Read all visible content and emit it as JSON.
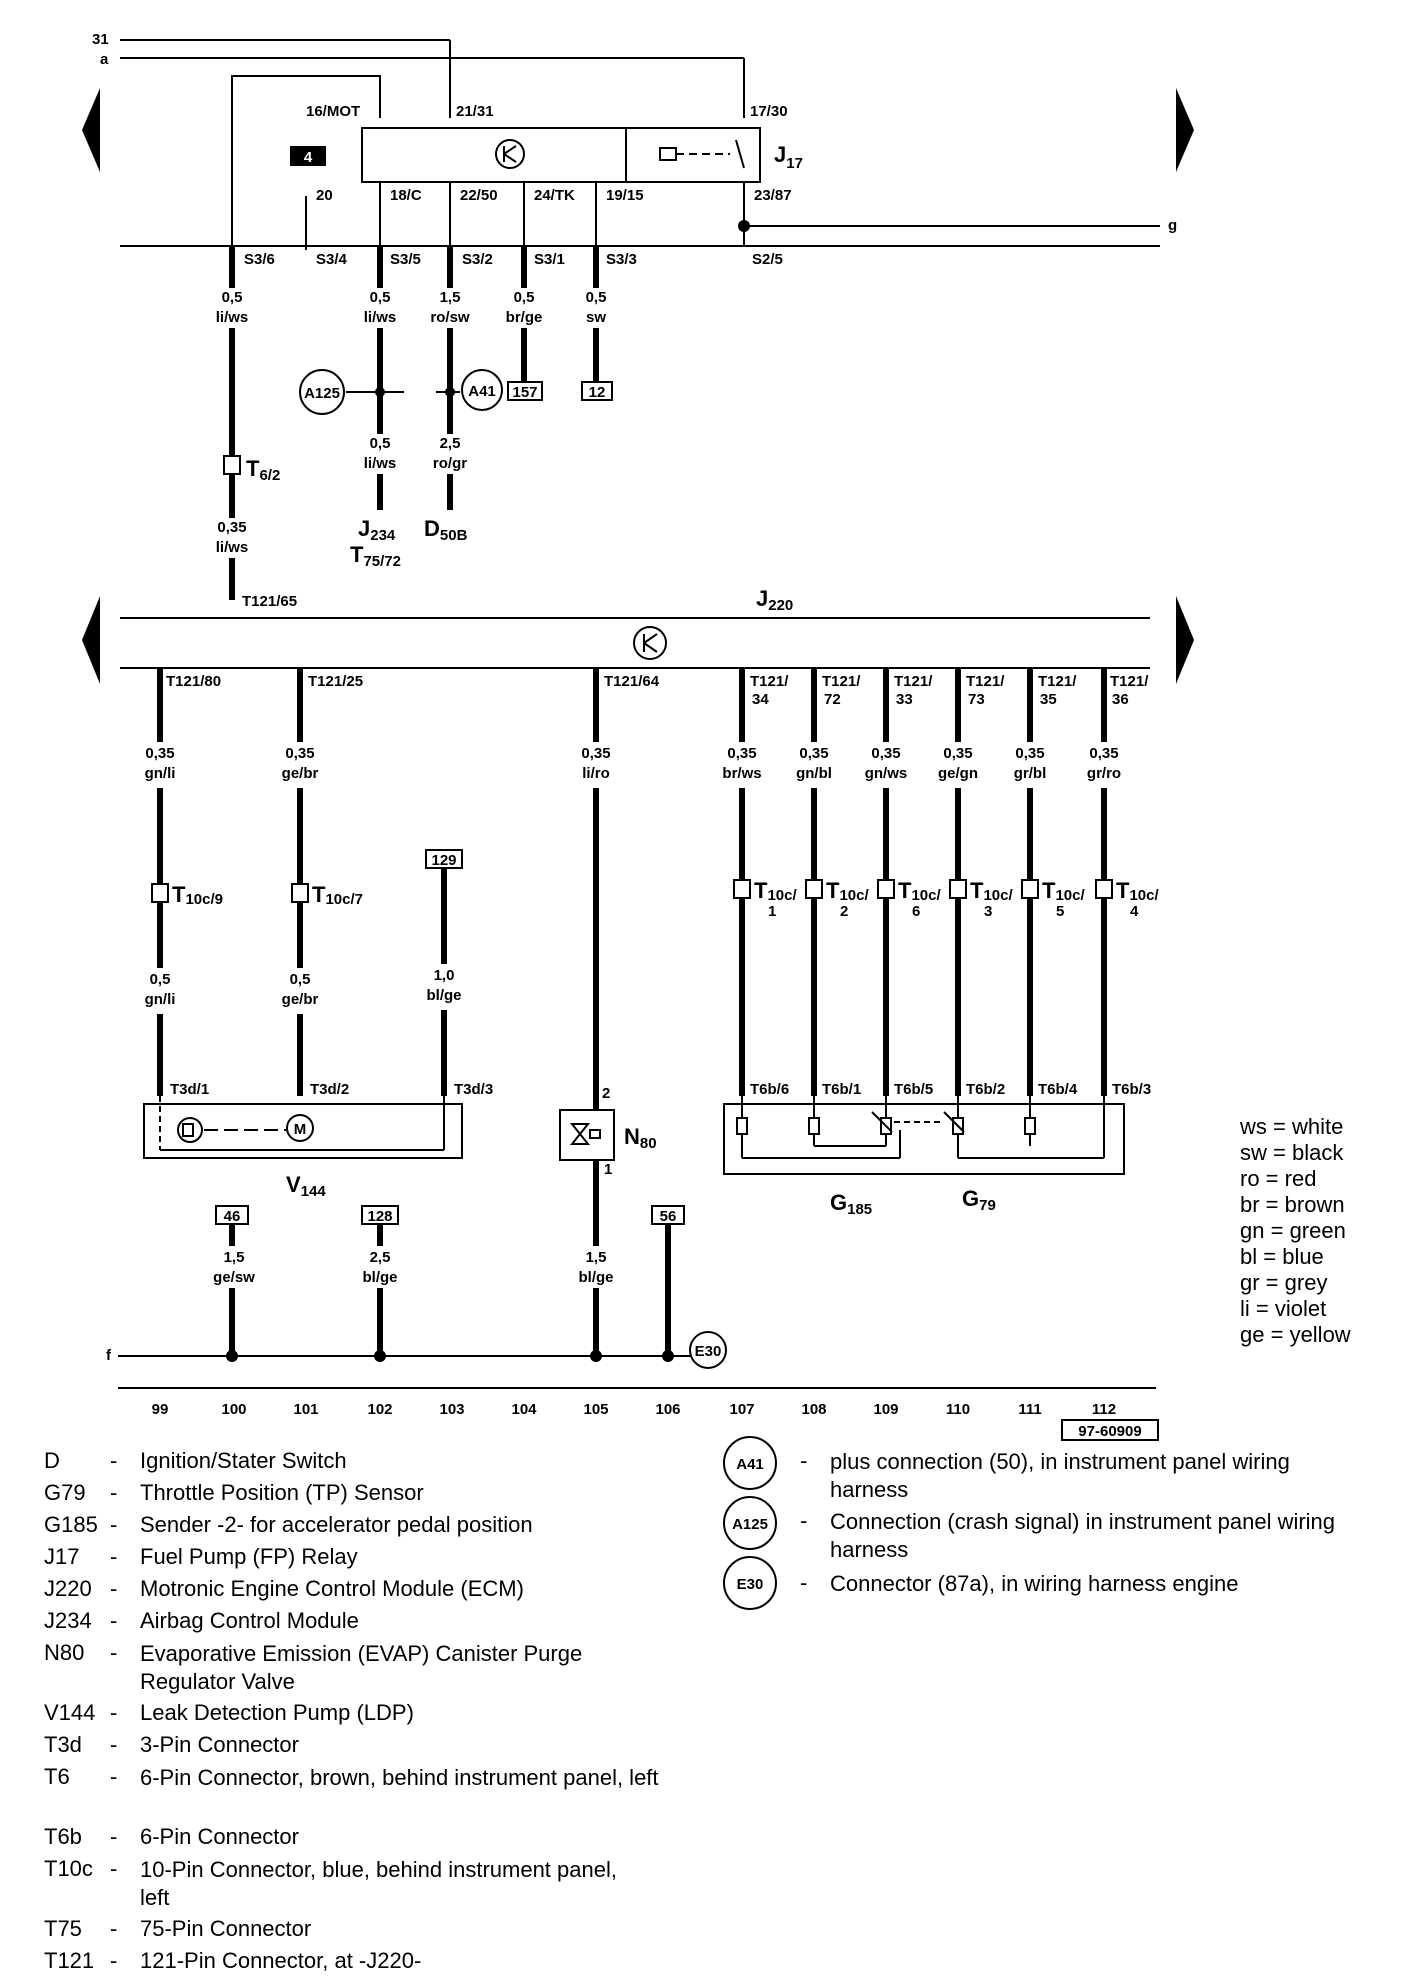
{
  "left_labels": {
    "w31": "31",
    "wa": "a",
    "wf": "f",
    "wg": "g"
  },
  "relay": {
    "name": "J",
    "sub": "17",
    "pins_top": [
      "16/MOT",
      "21/31",
      "17/30"
    ],
    "pins_bottom": [
      "18/C",
      "22/50",
      "24/TK",
      "19/15",
      "23/87"
    ],
    "box_id": "4"
  },
  "top_bus_labels": [
    "S3/6",
    "S3/4",
    "S3/5",
    "S3/2",
    "S3/1",
    "S3/3",
    "S2/5"
  ],
  "pin_20": "20",
  "wires_top": [
    {
      "size": "0,5",
      "color": "li/ws"
    },
    {
      "size": "0,5",
      "color": "li/ws"
    },
    {
      "size": "1,5",
      "color": "ro/sw"
    },
    {
      "size": "0,5",
      "color": "br/ge"
    },
    {
      "size": "0,5",
      "color": "sw"
    }
  ],
  "refs_top": [
    "157",
    "12"
  ],
  "connections": [
    "A125",
    "A41",
    "E30"
  ],
  "wires_mid": [
    {
      "size": "0,5",
      "color": "li/ws"
    },
    {
      "size": "2,5",
      "color": "ro/gr"
    },
    {
      "size": "0,35",
      "color": "li/ws"
    }
  ],
  "t6": {
    "name": "T",
    "sub": "6/2"
  },
  "j234": {
    "name": "J",
    "sub": "234"
  },
  "t75": {
    "name": "T",
    "sub": "75/72"
  },
  "d50b": {
    "name": "D",
    "sub": "50B"
  },
  "ecm": {
    "name": "J",
    "sub": "220",
    "pin_top": "T121/65"
  },
  "ecm_pins": [
    "T121/80",
    "T121/25",
    "T121/64"
  ],
  "ecm_pins_right": [
    {
      "a": "T121/",
      "b": "34"
    },
    {
      "a": "T121/",
      "b": "72"
    },
    {
      "a": "T121/",
      "b": "33"
    },
    {
      "a": "T121/",
      "b": "73"
    },
    {
      "a": "T121/",
      "b": "35"
    },
    {
      "a": "T121/",
      "b": "36"
    }
  ],
  "wires_lower1": [
    {
      "size": "0,35",
      "color": "gn/li"
    },
    {
      "size": "0,35",
      "color": "ge/br"
    },
    {
      "size": "0,35",
      "color": "li/ro"
    },
    {
      "size": "0,35",
      "color": "br/ws"
    },
    {
      "size": "0,35",
      "color": "gn/bl"
    },
    {
      "size": "0,35",
      "color": "gn/ws"
    },
    {
      "size": "0,35",
      "color": "ge/gn"
    },
    {
      "size": "0,35",
      "color": "gr/bl"
    },
    {
      "size": "0,35",
      "color": "gr/ro"
    }
  ],
  "t10c_left": [
    {
      "name": "T",
      "sub": "10c/9"
    },
    {
      "name": "T",
      "sub": "10c/7"
    }
  ],
  "t10c_right": [
    {
      "name": "T",
      "sub": "10c/",
      "num": "1"
    },
    {
      "name": "T",
      "sub": "10c/",
      "num": "2"
    },
    {
      "name": "T",
      "sub": "10c/",
      "num": "6"
    },
    {
      "name": "T",
      "sub": "10c/",
      "num": "3"
    },
    {
      "name": "T",
      "sub": "10c/",
      "num": "5"
    },
    {
      "name": "T",
      "sub": "10c/",
      "num": "4"
    }
  ],
  "ref_129": "129",
  "wires_lower2": [
    {
      "size": "0,5",
      "color": "gn/li"
    },
    {
      "size": "0,5",
      "color": "ge/br"
    },
    {
      "size": "1,0",
      "color": "bl/ge"
    }
  ],
  "t3d": [
    "T3d/1",
    "T3d/2",
    "T3d/3"
  ],
  "t6b": [
    "T6b/6",
    "T6b/1",
    "T6b/5",
    "T6b/2",
    "T6b/4",
    "T6b/3"
  ],
  "v144": {
    "name": "V",
    "sub": "144",
    "motor": "M"
  },
  "n80": {
    "name": "N",
    "sub": "80",
    "pin2": "2",
    "pin1": "1"
  },
  "g185": {
    "name": "G",
    "sub": "185"
  },
  "g79": {
    "name": "G",
    "sub": "79"
  },
  "refs_bottom": [
    "46",
    "128",
    "56"
  ],
  "wires_bottom": [
    {
      "size": "1,5",
      "color": "ge/sw"
    },
    {
      "size": "2,5",
      "color": "bl/ge"
    },
    {
      "size": "1,5",
      "color": "bl/ge"
    }
  ],
  "columns": [
    "99",
    "100",
    "101",
    "102",
    "103",
    "104",
    "105",
    "106",
    "107",
    "108",
    "109",
    "110",
    "111",
    "112"
  ],
  "diagram_id": "97-60909",
  "color_legend": [
    {
      "code": "ws",
      "name": "white"
    },
    {
      "code": "sw",
      "name": "black"
    },
    {
      "code": "ro",
      "name": "red"
    },
    {
      "code": "br",
      "name": "brown"
    },
    {
      "code": "gn",
      "name": "green"
    },
    {
      "code": "bl",
      "name": "blue"
    },
    {
      "code": "gr",
      "name": "grey"
    },
    {
      "code": "li",
      "name": "violet"
    },
    {
      "code": "ge",
      "name": "yellow"
    }
  ],
  "component_legend": [
    {
      "code": "D",
      "desc": "Ignition/Stater Switch"
    },
    {
      "code": "G79",
      "desc": "Throttle Position (TP) Sensor"
    },
    {
      "code": "G185",
      "desc": "Sender -2- for accelerator pedal position"
    },
    {
      "code": "J17",
      "desc": "Fuel Pump (FP) Relay"
    },
    {
      "code": "J220",
      "desc": "Motronic Engine Control Module (ECM)"
    },
    {
      "code": "J234",
      "desc": "Airbag Control Module"
    },
    {
      "code": "N80",
      "desc": "Evaporative Emission (EVAP) Canister Purge Regulator Valve"
    },
    {
      "code": "V144",
      "desc": "Leak Detection Pump (LDP)"
    },
    {
      "code": "T3d",
      "desc": "3-Pin Connector"
    },
    {
      "code": "T6",
      "desc": "6-Pin Connector, brown, behind instrument panel, left"
    },
    {
      "code": "T6b",
      "desc": "6-Pin Connector"
    },
    {
      "code": "T10c",
      "desc": "10-Pin Connector, blue, behind instrument panel, left"
    },
    {
      "code": "T75",
      "desc": "75-Pin Connector"
    },
    {
      "code": "T121",
      "desc": "121-Pin Connector, at -J220-"
    }
  ],
  "connection_legend": [
    {
      "code": "A41",
      "desc": "plus connection (50), in instrument panel wiring harness"
    },
    {
      "code": "A125",
      "desc": "Connection (crash signal) in instrument panel wiring harness"
    },
    {
      "code": "E30",
      "desc": "Connector (87a), in wiring harness engine"
    }
  ]
}
